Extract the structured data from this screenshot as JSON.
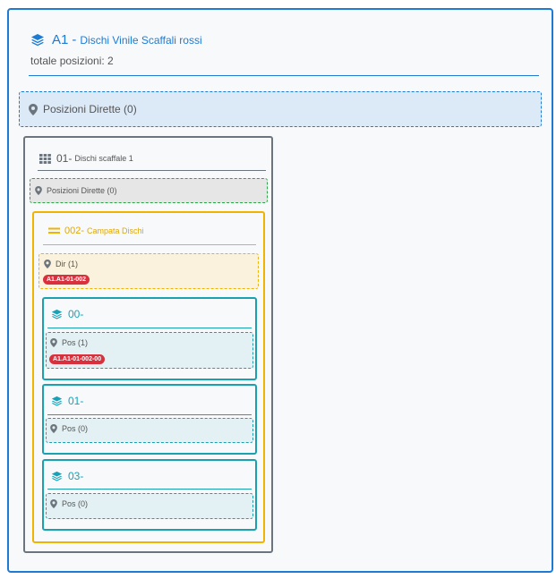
{
  "header": {
    "code": "A1",
    "separator": "-",
    "name": "Dischi Vinile Scaffali rossi",
    "total_positions": "totale posizioni: 2",
    "icon": "layers-icon"
  },
  "direct_positions": {
    "label": "Posizioni Dirette (0)",
    "icon": "map-marker-icon"
  },
  "shelf": {
    "code": "01-",
    "name": "Dischi scaffale 1",
    "icon": "grid-icon",
    "direct_positions": "Posizioni Dirette (0)"
  },
  "bay": {
    "code": "002-",
    "name": "Campata Dischi",
    "icon": "equals-icon",
    "dir_label": "Dir (1)",
    "dir_badge": "A1.A1-01-002"
  },
  "levels": [
    {
      "code": "00-",
      "pos_label": "Pos (1)",
      "badge": "A1.A1-01-002-00"
    },
    {
      "code": "01-",
      "pos_label": "Pos (0)"
    },
    {
      "code": "03-",
      "pos_label": "Pos (0)"
    }
  ],
  "colors": {
    "primary": "#1e7bd4",
    "shelf_border": "#6c757d",
    "bay_border": "#f0b400",
    "level_border": "#1aa1b0",
    "badge": "#d9303e",
    "direct_green": "#28a745"
  }
}
